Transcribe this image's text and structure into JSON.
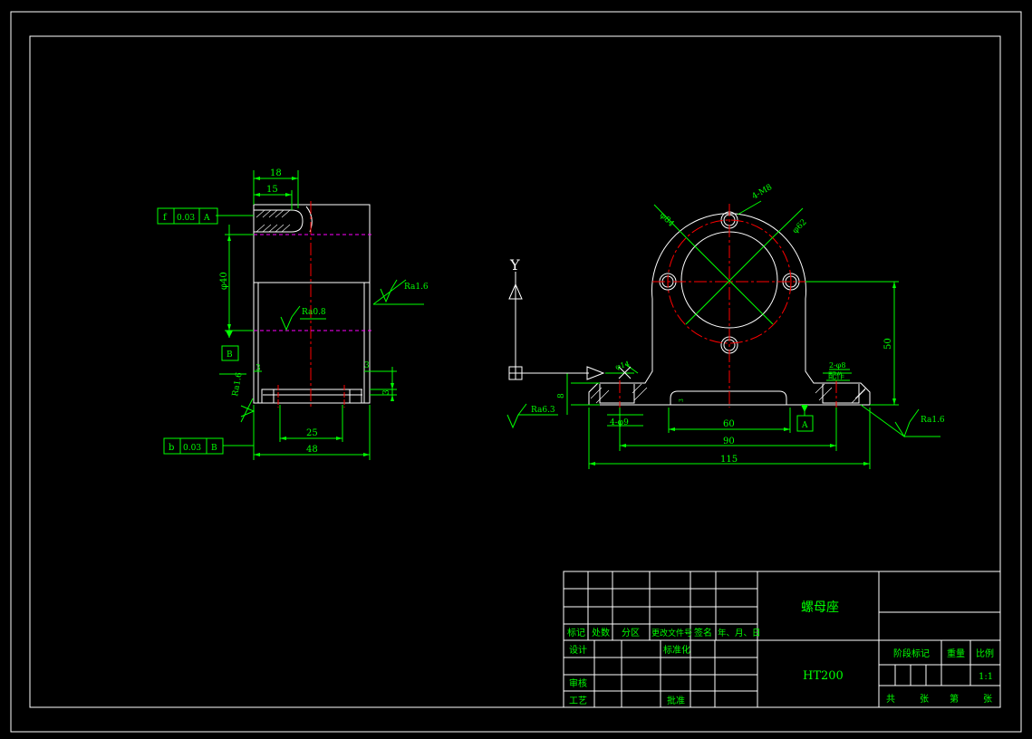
{
  "colors": {
    "background": "#000000",
    "outline": "#ffffff",
    "dimension": "#00ff00",
    "center_line": "#ff0000",
    "hidden_line": "#ff00ff",
    "text_green": "#00ff00",
    "title_text": "#00ff00"
  },
  "left_view": {
    "dims": {
      "d18": "18",
      "d15": "15",
      "d40": "φ40",
      "d25": "25",
      "d48": "48",
      "d3a": "3",
      "d3b": "3",
      "d3c": "3"
    },
    "tol_top": {
      "sym": "f",
      "value": "0.03",
      "datum": "A"
    },
    "tol_bottom": {
      "sym": "b",
      "value": "0.03",
      "datum": "B"
    },
    "datum_b": "B",
    "roughness": {
      "ra16_right": "Ra1.6",
      "ra08": "Ra0.8",
      "ra16_left": "Ra1.6"
    }
  },
  "right_view": {
    "dims": {
      "d84": "φ84",
      "d62": "φ62",
      "holes": "4-M8",
      "d50": "50",
      "d60": "60",
      "d90": "90",
      "d115": "115",
      "d14": "φ14",
      "d8": "8",
      "d4_9": "4-φ9",
      "d2_8": "2-φ8",
      "pin": "配作",
      "d3v": "3"
    },
    "roughness": {
      "ra63": "Ra6.3",
      "ra16": "Ra1.6"
    },
    "datum_a": "A",
    "axis_y": "Y"
  },
  "title_block": {
    "part_name": "螺母座",
    "material": "HT200",
    "labels": {
      "biaoji": "标记",
      "chushu": "处数",
      "fenqu": "分区",
      "gengai": "更改文件号",
      "qianming": "签名",
      "nianyueri": "年、月、日",
      "sheji": "设计",
      "biaozhunhua": "标准化",
      "shenhe": "审核",
      "gongyi": "工艺",
      "pizhun": "批准",
      "jieduan": "阶段标记",
      "zhongliang": "重量",
      "bili": "比例",
      "scale": "1:1",
      "gong": "共",
      "zhang1": "张",
      "di": "第",
      "zhang2": "张"
    }
  }
}
